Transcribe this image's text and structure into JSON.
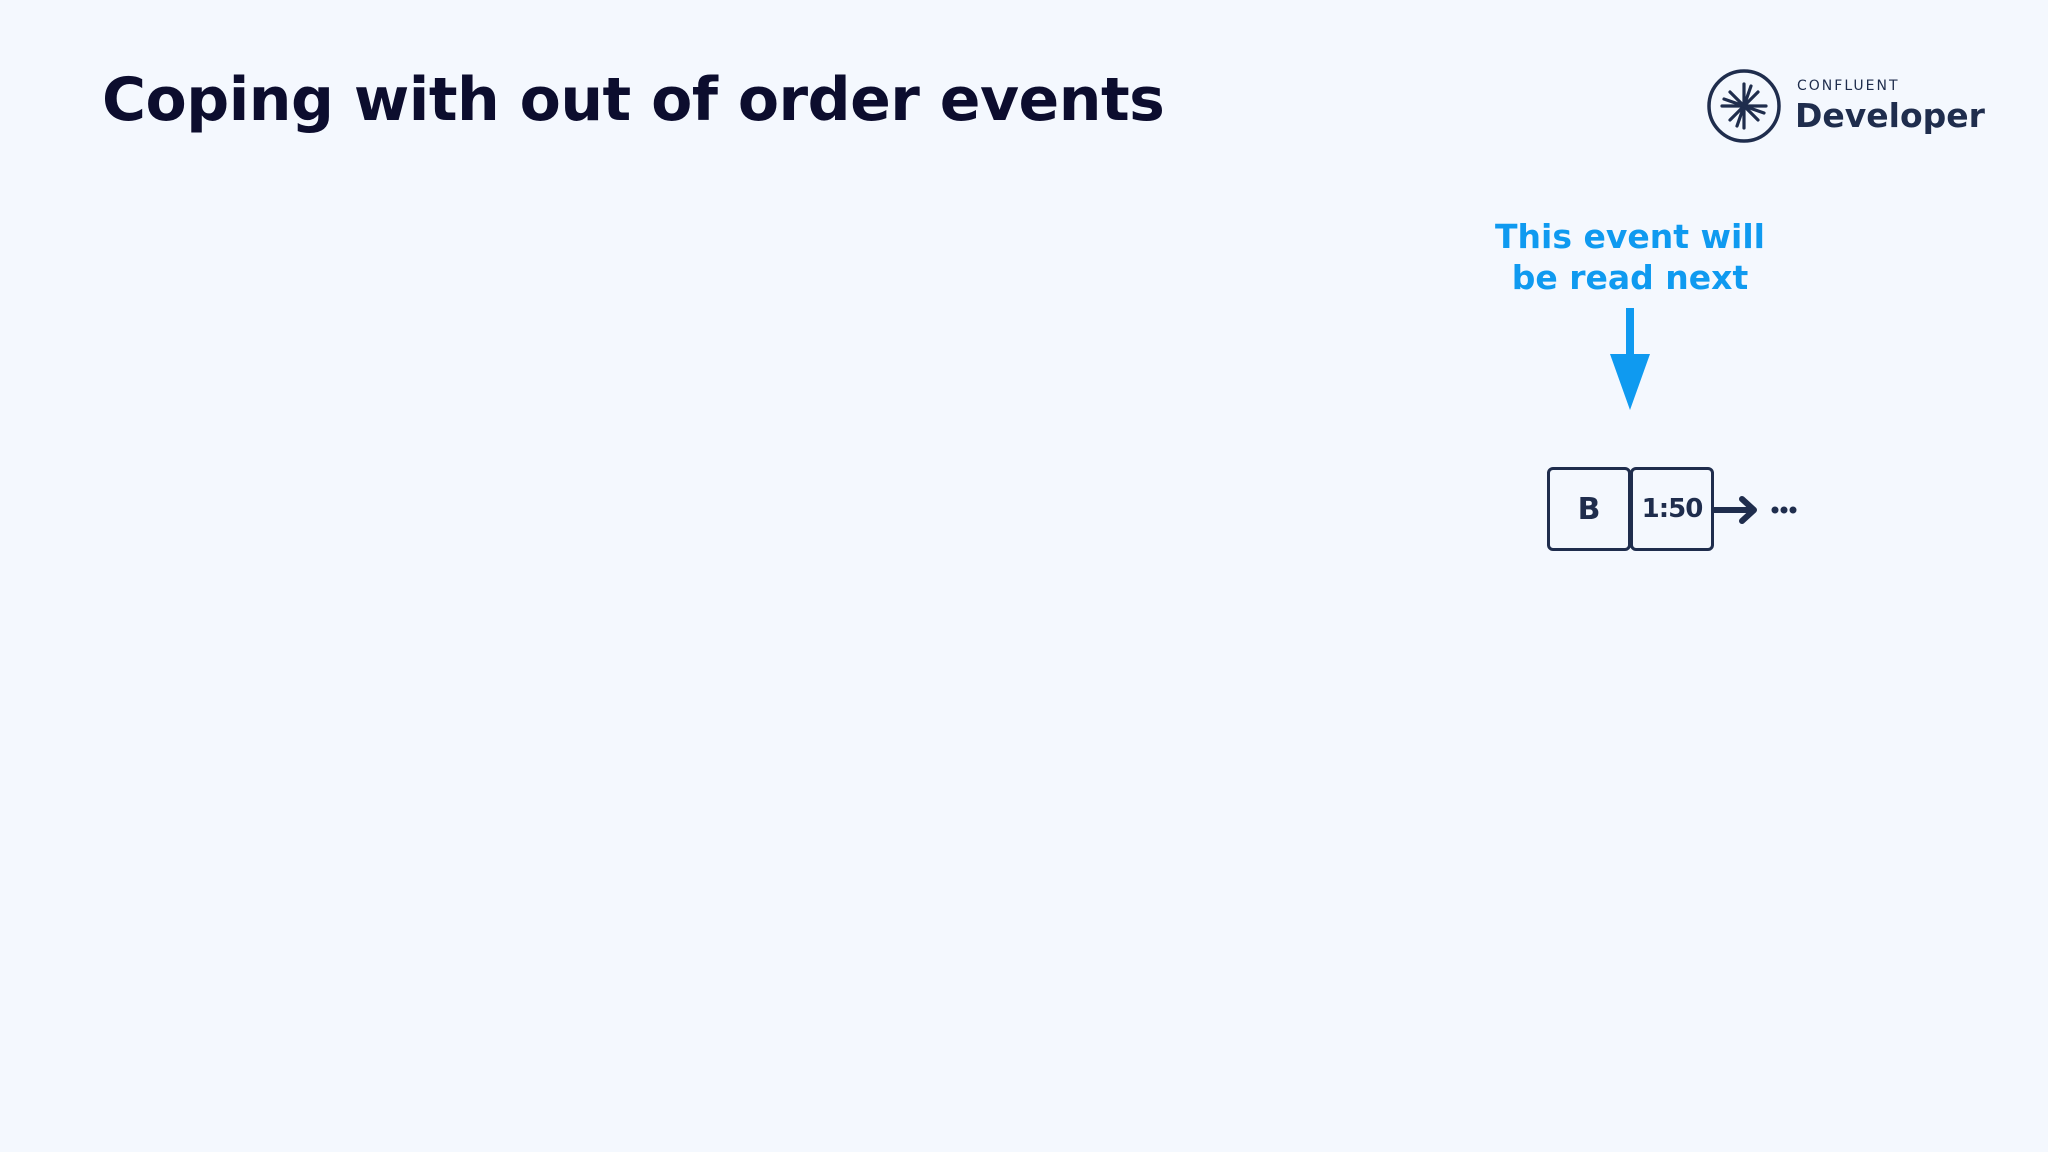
{
  "slide": {
    "title": "Coping with out of order events"
  },
  "logo": {
    "small_text": "CONFLUENT",
    "big_text": "Developer",
    "icon": "confluent-starburst-icon"
  },
  "callout": {
    "line1": "This event will",
    "line2": "be read next",
    "color": "#0f9af0"
  },
  "event": {
    "key": "B",
    "timestamp": "1:50"
  },
  "stream": {
    "continuation_icon": "ellipsis-icon"
  },
  "colors": {
    "background": "#f4f8fe",
    "title": "#0c0d2e",
    "dark": "#1f2d4d",
    "accent": "#0f9af0"
  }
}
